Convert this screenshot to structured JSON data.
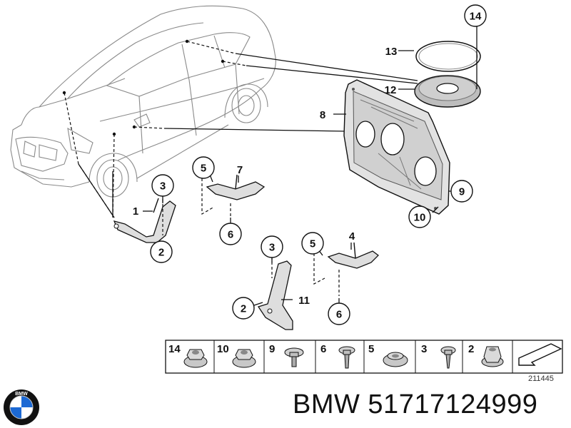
{
  "callouts": {
    "c1": "1",
    "c2a": "2",
    "c2b": "2",
    "c3a": "3",
    "c3b": "3",
    "c4": "4",
    "c5a": "5",
    "c5b": "5",
    "c6a": "6",
    "c6b": "6",
    "c7": "7",
    "c8": "8",
    "c9": "9",
    "c10": "10",
    "c11": "11",
    "c12": "12",
    "c13": "13",
    "c14": "14"
  },
  "fastener_strip": {
    "tiles": [
      {
        "label": "14",
        "kind": "nut-flange"
      },
      {
        "label": "10",
        "kind": "nut-flange"
      },
      {
        "label": "9",
        "kind": "bolt"
      },
      {
        "label": "6",
        "kind": "bolt-short"
      },
      {
        "label": "5",
        "kind": "nut-flange"
      },
      {
        "label": "3",
        "kind": "bolt"
      },
      {
        "label": "2",
        "kind": "nut-hex"
      }
    ],
    "diagram_id": "211445"
  },
  "footer": {
    "logo_text": "BMW",
    "title": "BMW 51717124999"
  },
  "colors": {
    "ink": "#111111",
    "car_line": "#8a8a8a",
    "part_fill": "#dcdcdc",
    "bmw_blue": "#1c69d4"
  }
}
